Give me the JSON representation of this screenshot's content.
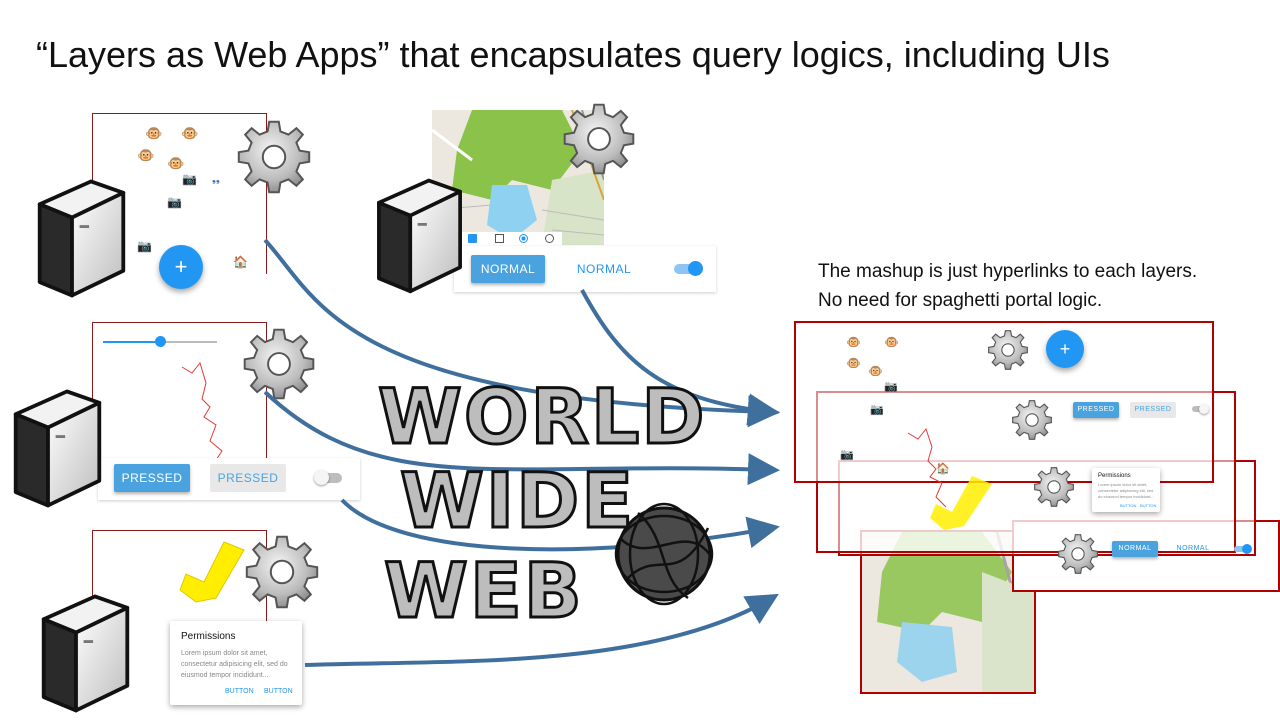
{
  "title": "“Layers as Web Apps” that encapsulates query logics, including UIs",
  "note": {
    "line1": "The mashup is just hyperlinks to each layers.",
    "line2": "No need for spaghetti portal logic."
  },
  "center_art": {
    "line1": "WORLD",
    "line2": "WIDE",
    "line3": "WEB"
  },
  "layer_markers": {
    "plus": "+",
    "house": "🏠",
    "monkey": "🐵",
    "camera": "📷"
  },
  "layer2": {
    "btn_normal": "NORMAL",
    "btn_normal_text": "NORMAL"
  },
  "layer3": {
    "btn_pressed": "PRESSED",
    "btn_pressed_flat": "PRESSED"
  },
  "layer4": {
    "card_title": "Permissions",
    "card_body": "Lorem ipsum dolor sit amet, consectetur adipisicing elit, sed do eiusmod tempor incididunt...",
    "card_btn1": "BUTTON",
    "card_btn2": "BUTTON"
  },
  "mashup": {
    "btn_pressed": "PRESSED",
    "btn_pressed_flat": "PRESSED",
    "btn_normal": "NORMAL",
    "btn_normal_text": "NORMAL",
    "card_title": "Permissions",
    "card_body": "Lorem ipsum dolor sit amet, consectetur adipisicing elit, sed do eiusmod tempor incididunt...",
    "card_btn1": "BUTTON",
    "card_btn2": "BUTTON",
    "plus": "+"
  },
  "colors": {
    "accent": "#2196f3",
    "frame": "#b00000",
    "arrow": "#3f6f9c",
    "fab": "#2196f3"
  },
  "icons": [
    "server-icon",
    "gear-icon",
    "monkey-icon",
    "camera-icon",
    "house-icon",
    "globe-icon",
    "arrow-icon"
  ]
}
